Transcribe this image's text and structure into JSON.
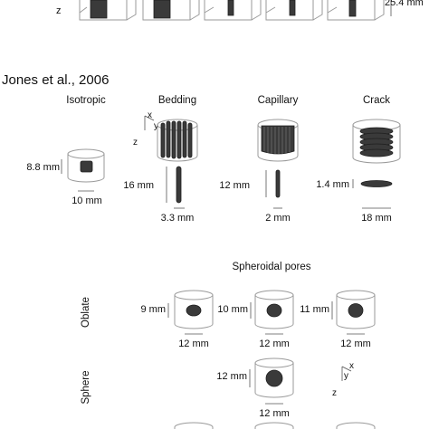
{
  "top_section": {
    "axis_label_z": "z",
    "dimension_label": "25.4 mm"
  },
  "jones": {
    "title": "Jones et al., 2006",
    "columns": [
      {
        "name": "Isotropic",
        "height_label": "8.8 mm",
        "width_label": "10 mm"
      },
      {
        "name": "Bedding",
        "height_label": "16 mm",
        "width_label": "3.3 mm"
      },
      {
        "name": "Capillary",
        "height_label": "12 mm",
        "width_label": "2 mm"
      },
      {
        "name": "Crack",
        "height_label": "1.4 mm",
        "width_label": "18 mm"
      }
    ],
    "axes": {
      "x": "x",
      "y": "y",
      "z": "z"
    }
  },
  "spheroidal": {
    "title": "Spheroidal pores",
    "rows": [
      {
        "name": "Oblate",
        "items": [
          {
            "height_label": "9 mm",
            "width_label": "12 mm"
          },
          {
            "height_label": "10 mm",
            "width_label": "12 mm"
          },
          {
            "height_label": "11 mm",
            "width_label": "12 mm"
          }
        ]
      },
      {
        "name": "Sphere",
        "items": [
          {
            "height_label": "12 mm",
            "width_label": "12 mm"
          }
        ]
      }
    ],
    "axes": {
      "x": "x",
      "y": "y",
      "z": "z"
    }
  }
}
